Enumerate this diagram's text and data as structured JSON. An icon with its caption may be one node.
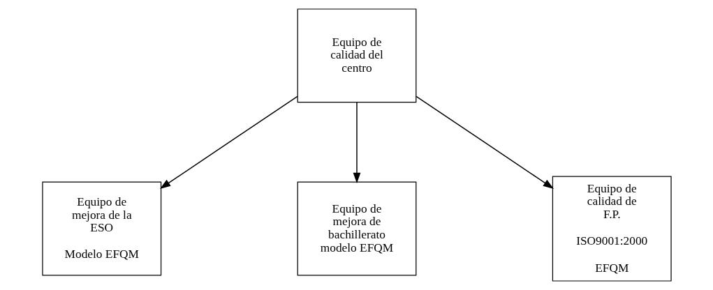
{
  "diagram": {
    "nodes": [
      {
        "text": [
          "Equipo de calidad del centro"
        ]
      },
      {
        "text": [
          "Equipo de mejora de la ESO",
          "Modelo EFQM"
        ]
      },
      {
        "text": [
          "Equipo de mejora de bachillerato modelo EFQM"
        ]
      },
      {
        "text": [
          "Equipo de calidad de F.P.",
          "ISO9001:2000",
          "EFQM"
        ]
      }
    ],
    "edges": [
      {
        "from": 0,
        "to": 1,
        "arrow": "to"
      },
      {
        "from": 0,
        "to": 2,
        "arrow": "to"
      },
      {
        "from": 0,
        "to": 3,
        "arrow": "to"
      }
    ]
  }
}
